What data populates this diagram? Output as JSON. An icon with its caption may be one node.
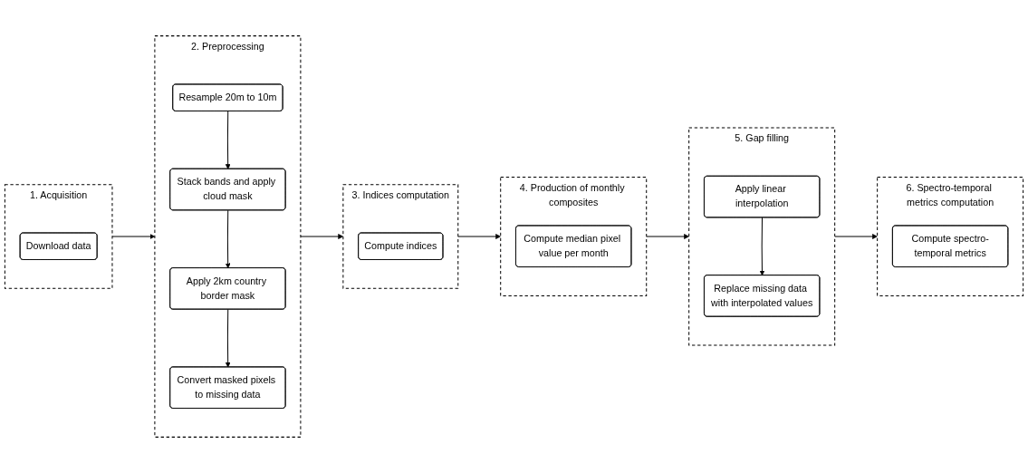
{
  "diagram": {
    "nodes": [
      {
        "text": [
          "1. Acquisition"
        ]
      },
      {
        "text": [
          "Download data"
        ],
        "in": 0
      },
      {
        "text": [
          "2. Preprocessing"
        ]
      },
      {
        "text": [
          "Resample 20m to 10m"
        ],
        "in": 2
      },
      {
        "text": [
          "Convert masked pixels to missing data"
        ],
        "in": 2
      },
      {
        "text": [
          "Stack bands and apply cloud mask"
        ],
        "in": 2
      },
      {
        "text": [
          "Apply 2km country border mask"
        ],
        "in": 2
      },
      {
        "text": [
          "3. Indices computation"
        ]
      },
      {
        "text": [
          "Compute indices"
        ],
        "in": 7
      },
      {
        "text": [
          "4. Production of monthly composites"
        ]
      },
      {
        "text": [
          "Compute median pixel value per month"
        ],
        "in": 9
      },
      {
        "text": [
          "5. Gap filling"
        ]
      },
      {
        "text": [
          "Apply linear interpolation"
        ],
        "in": 11
      },
      {
        "text": [
          "Replace missing data with interpolated values"
        ],
        "in": 11
      },
      {
        "text": [
          "6. Spectro-temporal metrics computation"
        ]
      },
      {
        "text": [
          "Compute spectro-temporal metrics"
        ],
        "in": 14
      }
    ],
    "edges": [
      {
        "from": 0,
        "to": 2,
        "arrow": "to"
      },
      {
        "from": 3,
        "to": 5,
        "arrow": "to"
      },
      {
        "from": 5,
        "to": 6,
        "arrow": "to"
      },
      {
        "from": 6,
        "to": 4,
        "arrow": "to"
      },
      {
        "from": 2,
        "to": 7,
        "arrow": "to"
      },
      {
        "from": 7,
        "to": 9,
        "arrow": "to"
      },
      {
        "from": 9,
        "to": 11,
        "arrow": "to"
      },
      {
        "from": 12,
        "to": 13,
        "arrow": "to"
      },
      {
        "from": 11,
        "to": 14,
        "arrow": "to"
      }
    ]
  }
}
